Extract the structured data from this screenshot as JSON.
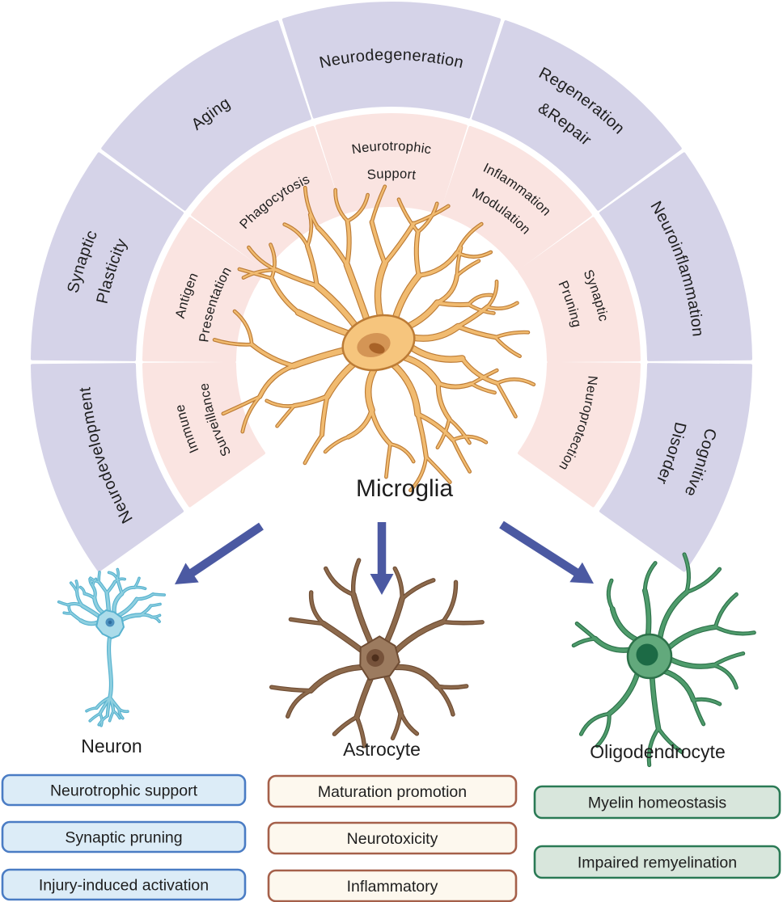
{
  "diagram": {
    "center_label": "Microglia",
    "outer_ring": [
      {
        "lines": [
          "Neurodevelopment"
        ]
      },
      {
        "lines": [
          "Synaptic",
          "Plasticity"
        ]
      },
      {
        "lines": [
          "Aging"
        ]
      },
      {
        "lines": [
          "Neurodegeneration"
        ]
      },
      {
        "lines": [
          "Regeneration",
          "&Repair"
        ]
      },
      {
        "lines": [
          "Neuroinflammation"
        ]
      },
      {
        "lines": [
          "Cognitive",
          "Disorder"
        ]
      }
    ],
    "inner_ring": [
      {
        "lines": [
          "Immune",
          "Surveillance"
        ]
      },
      {
        "lines": [
          "Antigen",
          "Presentation"
        ]
      },
      {
        "lines": [
          "Phagocytosis"
        ]
      },
      {
        "lines": [
          "Neurotrophic",
          "Support"
        ]
      },
      {
        "lines": [
          "Inflammation",
          "Modulation"
        ]
      },
      {
        "lines": [
          "Synaptic",
          "Pruning"
        ]
      },
      {
        "lines": [
          "Neuroprotection"
        ]
      }
    ],
    "cells": [
      {
        "name": "Neuron",
        "functions": [
          "Neurotrophic support",
          "Synaptic pruning",
          "Injury-induced activation"
        ],
        "box_fill": "#dcecf7",
        "box_border": "#4a7cc4"
      },
      {
        "name": "Astrocyte",
        "functions": [
          "Maturation promotion",
          "Neurotoxicity",
          "Inflammatory"
        ],
        "box_fill": "#fdf8ee",
        "box_border": "#a5604a"
      },
      {
        "name": "Oligodendrocyte",
        "functions": [
          "Myelin homeostasis",
          "Impaired remyelination"
        ],
        "box_fill": "#d8e6dc",
        "box_border": "#2a7a55"
      }
    ],
    "colors": {
      "outer_ring_fill": "#d5d3e8",
      "inner_ring_fill": "#fae4e1",
      "label_text": "#1e1e1e",
      "arrow": "#4b59a2",
      "microglia_body": "#f6c57d",
      "microglia_outline": "#bc7b35",
      "microglia_branch": "#f1bb70",
      "microglia_nucleus": "#d49555",
      "microglia_nucleolus": "#a86227",
      "neuron_body": "#abdcea",
      "neuron_outline": "#58b2cf",
      "neuron_branch": "#8fd0e0",
      "neuron_nucleus": "#4a8fbd",
      "neuron_nucleolus": "#2d6c9e",
      "astrocyte_body": "#9c7b5f",
      "astrocyte_outline": "#6e4c33",
      "astrocyte_branch": "#8d6a4c",
      "astrocyte_nucleus": "#76523a",
      "astrocyte_nucleolus": "#4e2f1c",
      "oligodendrocyte_body": "#62a97c",
      "oligodendrocyte_outline": "#2c7149",
      "oligodendrocyte_branch": "#4f9c6c",
      "oligodendrocyte_nucleus": "#1c6a45"
    }
  }
}
